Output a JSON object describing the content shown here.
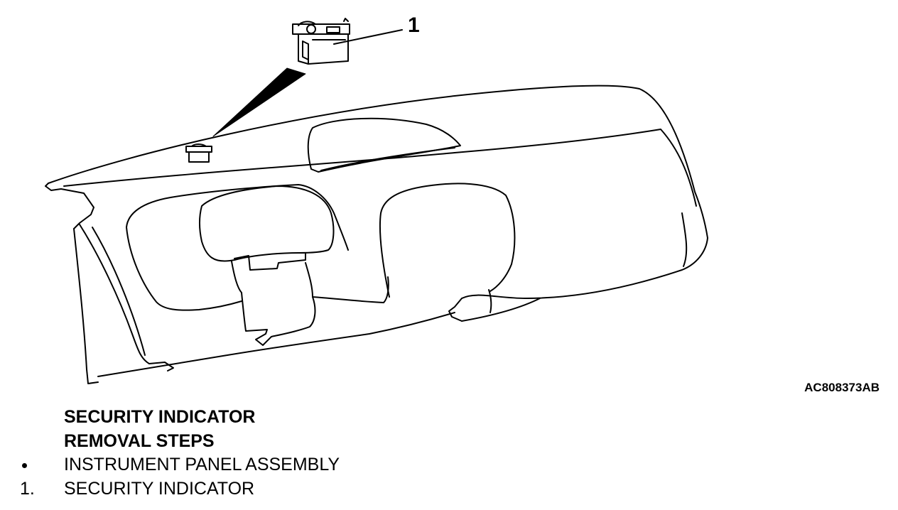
{
  "figure": {
    "callout_number": "1",
    "figure_code": "AC808373AB"
  },
  "procedure": {
    "title": "SECURITY INDICATOR",
    "subtitle": "REMOVAL STEPS",
    "steps": [
      {
        "marker": "•",
        "label": "INSTRUMENT PANEL ASSEMBLY"
      },
      {
        "marker": "1.",
        "label": "SECURITY INDICATOR"
      }
    ]
  }
}
